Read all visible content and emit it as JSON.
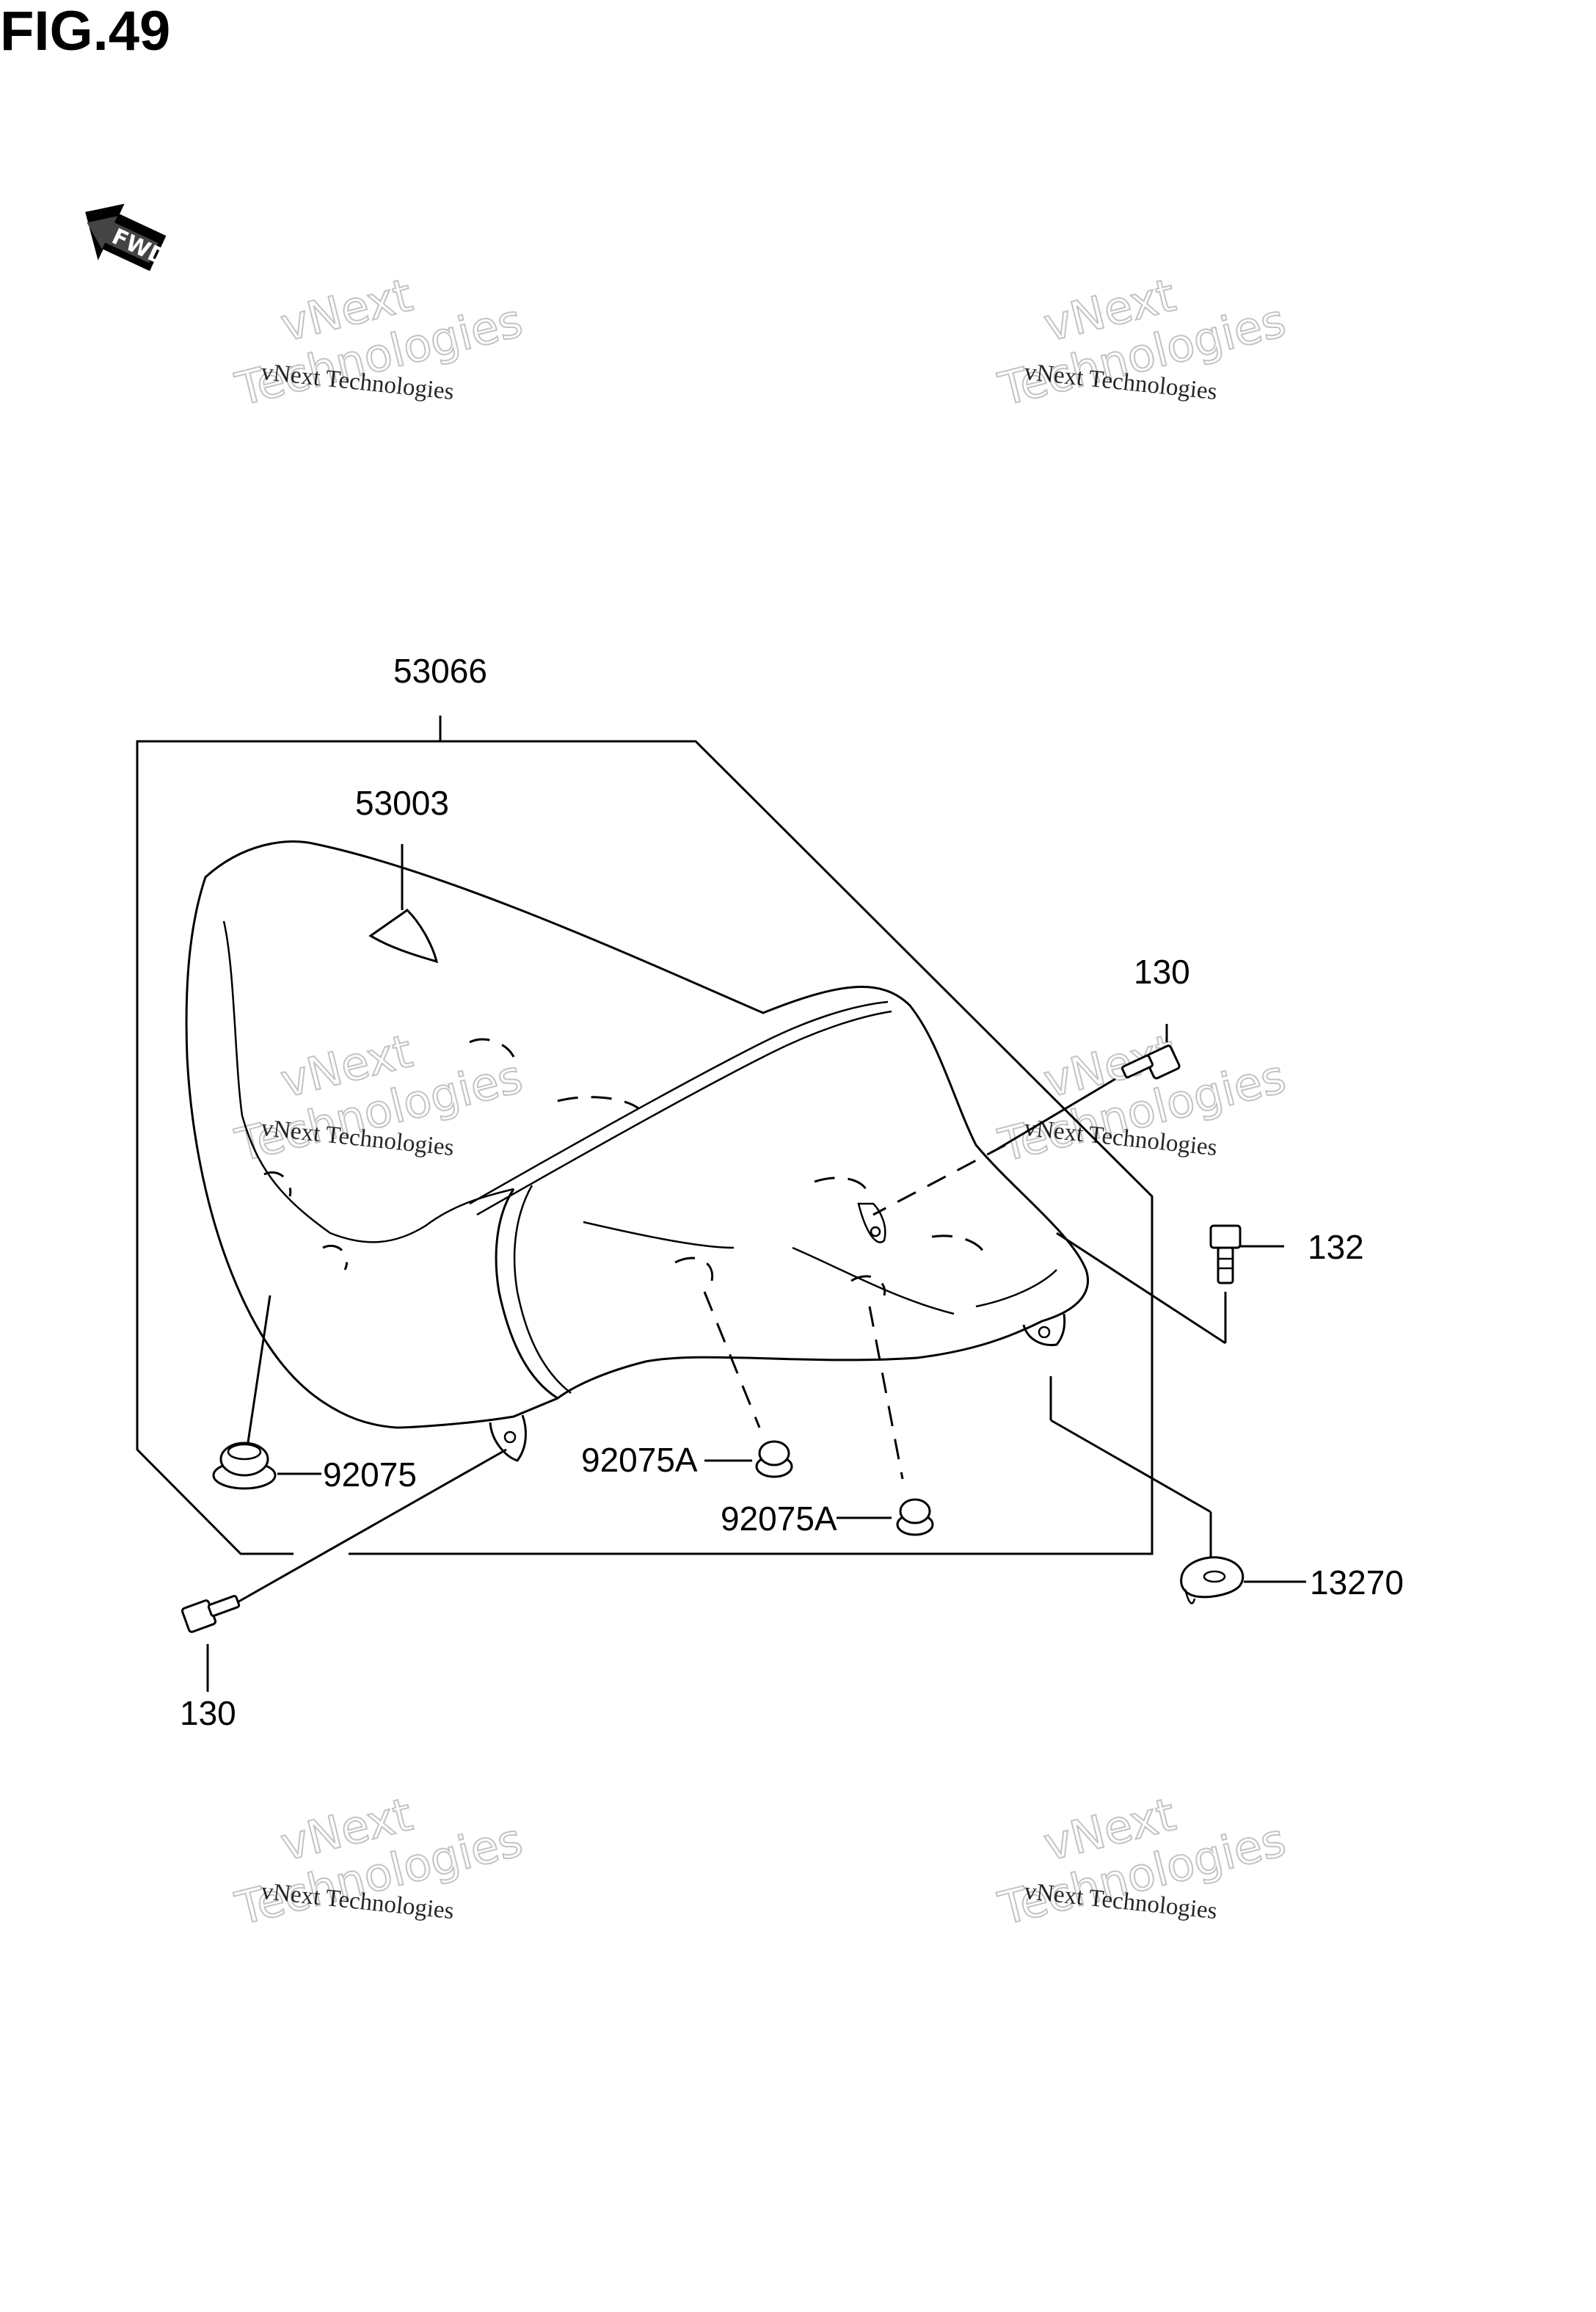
{
  "figure": {
    "title": "FIG.49"
  },
  "fwd_badge": {
    "label": "FWD"
  },
  "part_labels": {
    "p53066": "53066",
    "p53003": "53003",
    "p130_top": "130",
    "p132": "132",
    "p92075": "92075",
    "p92075A_1": "92075A",
    "p92075A_2": "92075A",
    "p13270": "13270",
    "p130_bottom": "130"
  },
  "watermarks": [
    {
      "small": "vNext Technologies",
      "big_top": "vNext",
      "big_bottom": "Technologies"
    },
    {
      "small": "vNext Technologies",
      "big_top": "vNext",
      "big_bottom": "Technologies"
    },
    {
      "small": "vNext Technologies",
      "big_top": "vNext",
      "big_bottom": "Technologies"
    },
    {
      "small": "vNext Technologies",
      "big_top": "vNext",
      "big_bottom": "Technologies"
    },
    {
      "small": "vNext Technologies",
      "big_top": "vNext",
      "big_bottom": "Technologies"
    },
    {
      "small": "vNext Technologies",
      "big_top": "vNext",
      "big_bottom": "Technologies"
    }
  ]
}
